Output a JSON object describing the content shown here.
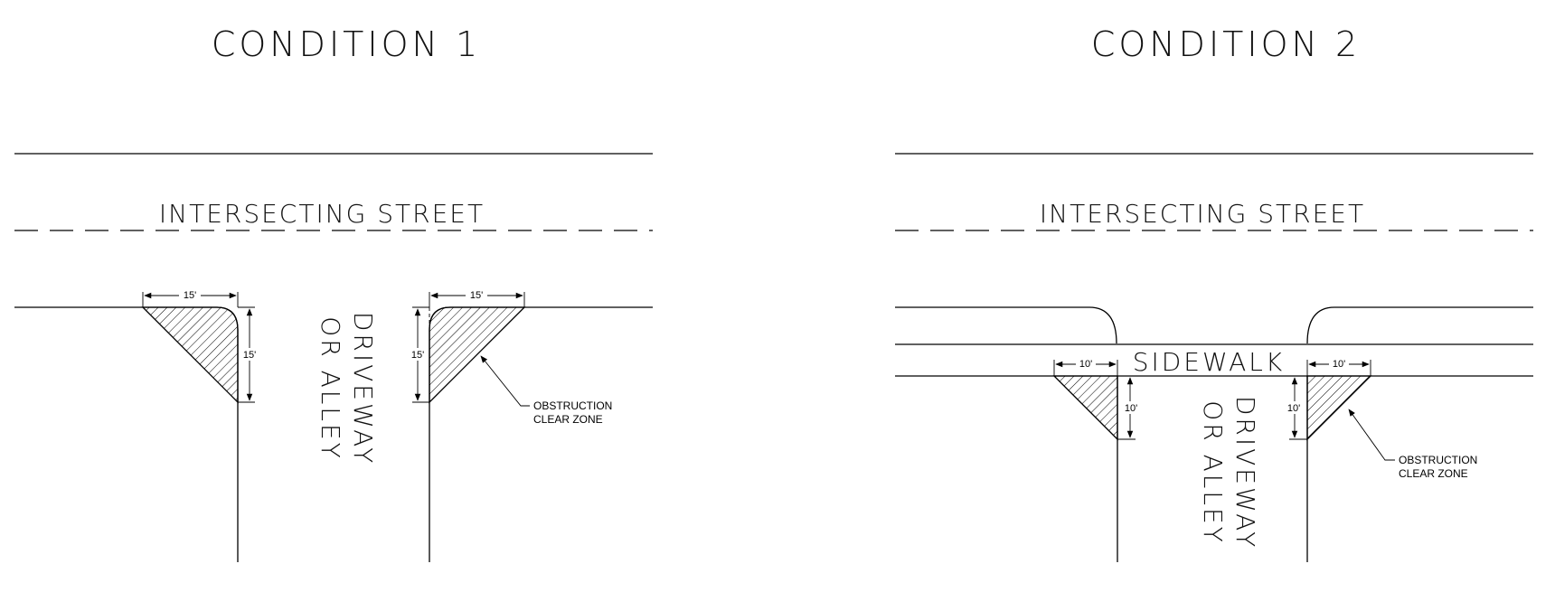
{
  "panels": [
    {
      "title": "CONDITION 1",
      "street_label": "INTERSECTING STREET",
      "driveway_line1": "DRIVEWAY",
      "driveway_line2": "OR ALLEY",
      "dim_left_top": "15'",
      "dim_left_side": "15'",
      "dim_right_top": "15'",
      "dim_right_side": "15'",
      "note_line1": "OBSTRUCTION",
      "note_line2": "CLEAR ZONE"
    },
    {
      "title": "CONDITION 2",
      "street_label": "INTERSECTING STREET",
      "sidewalk_label": "SIDEWALK",
      "driveway_line1": "DRIVEWAY",
      "driveway_line2": "OR ALLEY",
      "dim_left_top": "10'",
      "dim_left_side": "10'",
      "dim_right_top": "10'",
      "dim_right_side": "10'",
      "note_line1": "OBSTRUCTION",
      "note_line2": "CLEAR ZONE"
    }
  ]
}
